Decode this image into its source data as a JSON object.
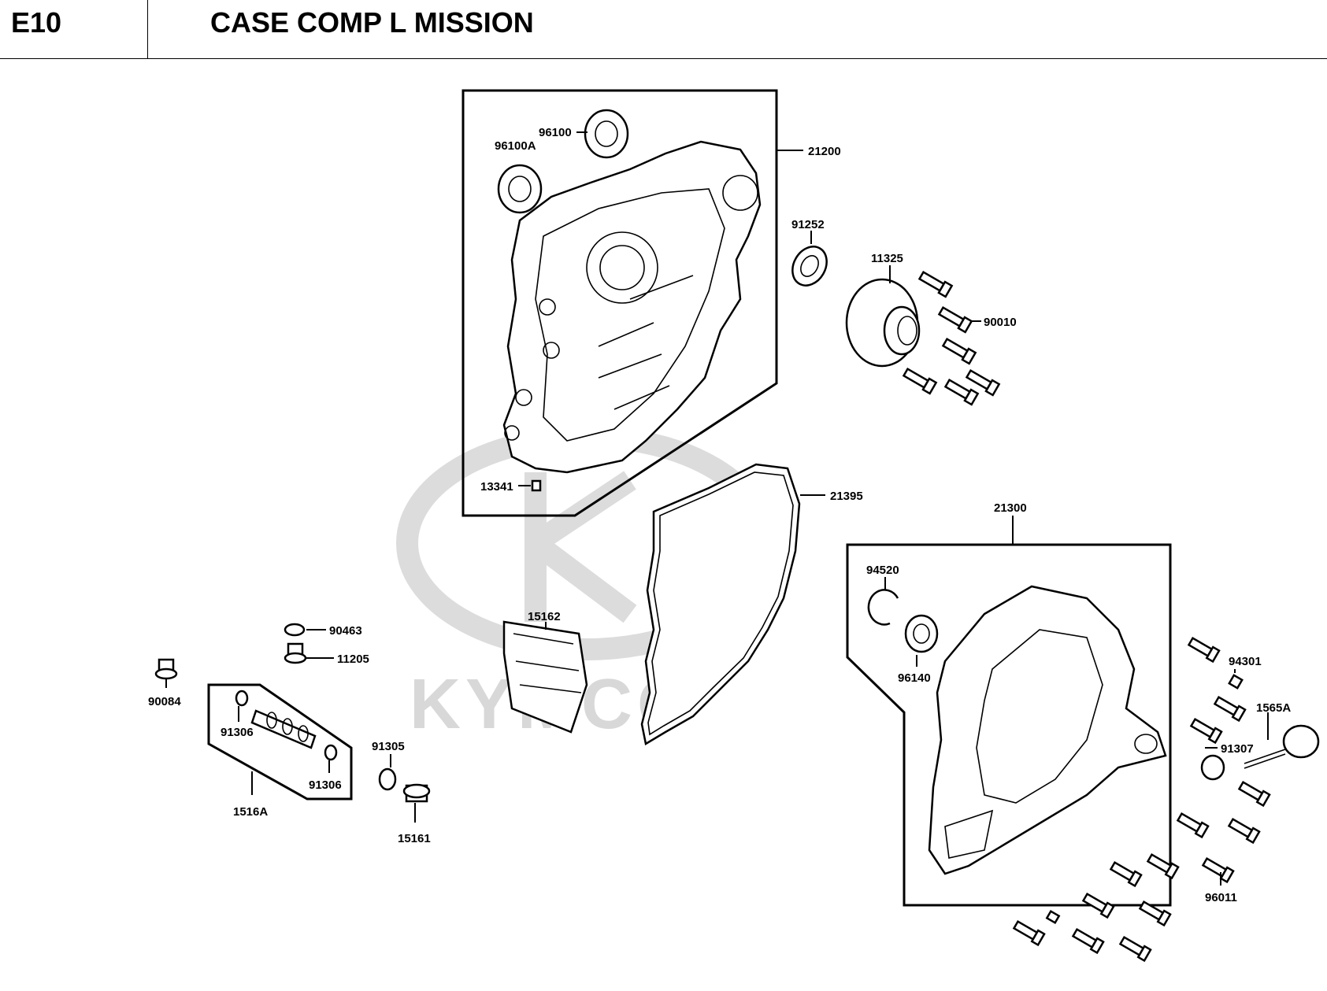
{
  "header": {
    "code": "E10",
    "title": "CASE COMP L MISSION"
  },
  "watermark": {
    "text": "KYMCO",
    "color": "#d8d8d8"
  },
  "parts": {
    "p96100": "96100",
    "p96100A": "96100A",
    "p21200": "21200",
    "p91252": "91252",
    "p11325": "11325",
    "p90010": "90010",
    "p13341": "13341",
    "p21395": "21395",
    "p21300": "21300",
    "p94520": "94520",
    "p96140": "96140",
    "p15162": "15162",
    "p90463": "90463",
    "p11205": "11205",
    "p90084": "90084",
    "p91306a": "91306",
    "p91306b": "91306",
    "p1516A": "1516A",
    "p91305": "91305",
    "p15161": "15161",
    "p94301": "94301",
    "p1565A": "1565A",
    "p91307": "91307",
    "p96011": "96011"
  }
}
